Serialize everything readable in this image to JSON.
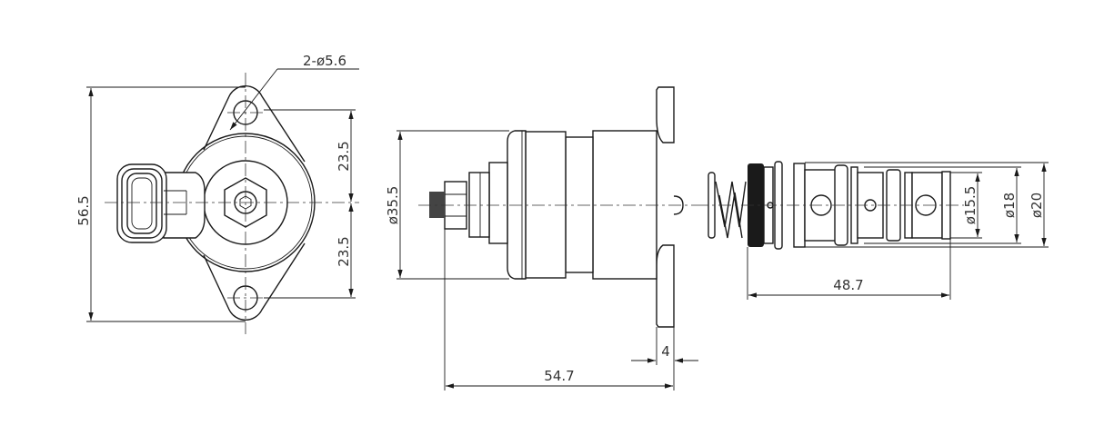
{
  "drawing": {
    "front_view": {
      "hole_callout": "2-ø5.6",
      "height_dim": "56.5",
      "upper_offset_dim": "23.5",
      "lower_offset_dim": "23.5"
    },
    "side_view": {
      "diameter_dim": "ø35.5",
      "length_dim": "54.7",
      "flange_thickness_dim": "4"
    },
    "valve_cartridge": {
      "inner_diameter_dim": "ø15.5",
      "mid_diameter_dim": "ø18",
      "outer_diameter_dim": "ø20",
      "length_dim": "48.7"
    }
  },
  "colors": {
    "line": "#1a1a1a",
    "text": "#333333",
    "background": "#ffffff"
  }
}
